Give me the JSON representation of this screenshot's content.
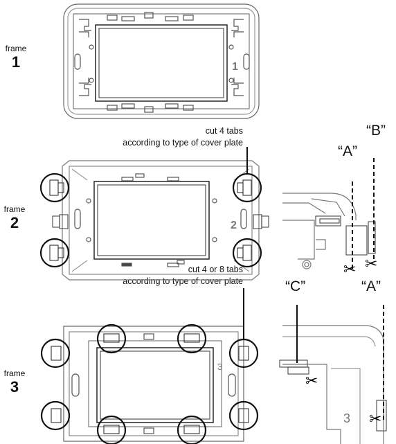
{
  "frames": [
    {
      "word": "frame",
      "number": "1"
    },
    {
      "word": "frame",
      "number": "2"
    },
    {
      "word": "frame",
      "number": "3"
    }
  ],
  "notes": {
    "frame2": {
      "line1": "cut 4 tabs",
      "line2": "according to type of cover plate"
    },
    "frame3": {
      "line1": "cut 4 or 8 tabs",
      "line2": "according to type of cover plate"
    }
  },
  "cut_markers": {
    "detail2": [
      "“A”",
      "“B”"
    ],
    "detail3": [
      "“C”",
      "“A”"
    ]
  },
  "engraved_digits": [
    "1",
    "2",
    "3",
    "3"
  ]
}
